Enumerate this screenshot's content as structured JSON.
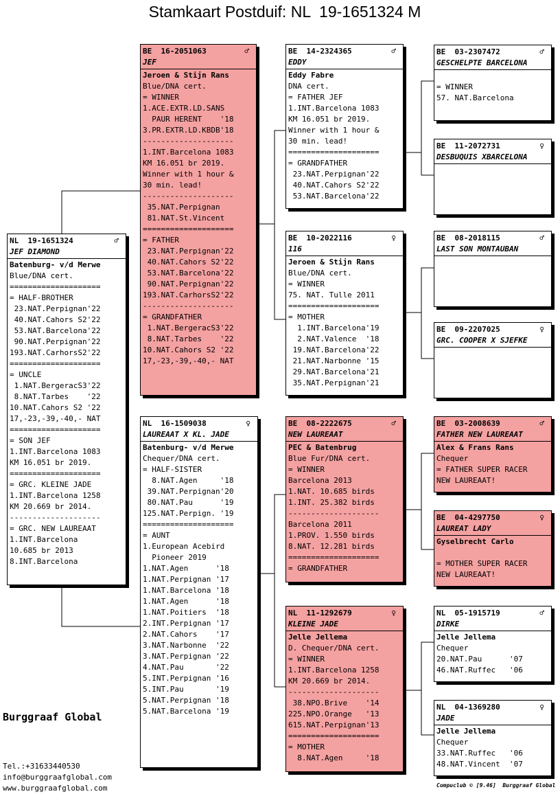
{
  "title": "Stamkaart Postduif: NL  19-1651324 M",
  "cards": [
    {
      "ring": "NL  19-1651324",
      "sex": "♂",
      "name": "JEF DIAMOND",
      "color": "white",
      "lines": [
        {
          "t": "Batenburg- v/d Merwe",
          "b": true
        },
        {
          "t": "Blue/DNA cert."
        },
        {
          "t": "===================="
        },
        {
          "t": "= HALF-BROTHER"
        },
        {
          "t": " 23.NAT.Perpignan'22"
        },
        {
          "t": " 40.NAT.Cahors S2'22"
        },
        {
          "t": " 53.NAT.Barcelona'22"
        },
        {
          "t": " 90.NAT.Perpignan'22"
        },
        {
          "t": "193.NAT.CarhorsS2'22"
        },
        {
          "t": "===================="
        },
        {
          "t": "= UNCLE"
        },
        {
          "t": " 1.NAT.BergeracS3'22"
        },
        {
          "t": " 8.NAT.Tarbes    '22"
        },
        {
          "t": "10.NAT.Cahors S2 '22"
        },
        {
          "t": "17,-23,-39,-40,- NAT"
        },
        {
          "t": "===================="
        },
        {
          "t": "= SON JEF"
        },
        {
          "t": "1.INT.Barcelona 1083"
        },
        {
          "t": "KM 16.051 br 2019."
        },
        {
          "t": "===================="
        },
        {
          "t": "= GRC. KLEINE JADE"
        },
        {
          "t": "1.INT.Barcelona 1258"
        },
        {
          "t": "KM 20.669 br 2014."
        },
        {
          "t": "--------------------"
        },
        {
          "t": "= GRC. NEW LAUREAAT"
        },
        {
          "t": "1.INT.Barcelona"
        },
        {
          "t": "10.685 br 2013"
        },
        {
          "t": "8.INT.Barcelona"
        }
      ]
    },
    {
      "ring": "BE  16-2051063",
      "sex": "♂",
      "name": "JEF",
      "color": "pink",
      "lines": [
        {
          "t": "Jeroen & Stijn Rans",
          "b": true
        },
        {
          "t": "Blue/DNA cert."
        },
        {
          "t": "= WINNER"
        },
        {
          "t": "1.ACE.EXTR.LD.SANS"
        },
        {
          "t": "  PAUR HERENT    '18"
        },
        {
          "t": "3.PR.EXTR.LD.KBDB'18"
        },
        {
          "t": "--------------------"
        },
        {
          "t": "1.INT.Barcelona 1083"
        },
        {
          "t": "KM 16.051 br 2019."
        },
        {
          "t": "Winner with 1 hour &"
        },
        {
          "t": "30 min. lead!"
        },
        {
          "t": "--------------------"
        },
        {
          "t": " 35.NAT.Perpignan"
        },
        {
          "t": " 81.NAT.St.Vincent"
        },
        {
          "t": "===================="
        },
        {
          "t": "= FATHER"
        },
        {
          "t": " 23.NAT.Perpignan'22"
        },
        {
          "t": " 40.NAT.Cahors S2'22"
        },
        {
          "t": " 53.NAT.Barcelona'22"
        },
        {
          "t": " 90.NAT.Perpignan'22"
        },
        {
          "t": "193.NAT.CarhorsS2'22"
        },
        {
          "t": "--------------------"
        },
        {
          "t": "= GRANDFATHER"
        },
        {
          "t": " 1.NAT.BergeracS3'22"
        },
        {
          "t": " 8.NAT.Tarbes    '22"
        },
        {
          "t": "10.NAT.Cahors S2 '22"
        },
        {
          "t": "17,-23,-39,-40,- NAT"
        }
      ]
    },
    {
      "ring": "NL  16-1509038",
      "sex": "♀",
      "name": "LAUREAAT X KL. JADE",
      "color": "white",
      "lines": [
        {
          "t": "Batenburg- v/d Merwe",
          "b": true
        },
        {
          "t": "Chequer/DNA cert."
        },
        {
          "t": "= HALF-SISTER"
        },
        {
          "t": "  8.NAT.Agen     '18"
        },
        {
          "t": " 39.NAT.Perpignan'20"
        },
        {
          "t": " 80.NAT.Pau      '19"
        },
        {
          "t": "125.NAT.Perpign. '19"
        },
        {
          "t": "===================="
        },
        {
          "t": "= AUNT"
        },
        {
          "t": "1.European Acebird"
        },
        {
          "t": "  Pioneer 2019"
        },
        {
          "t": "1.NAT.Agen      '18"
        },
        {
          "t": "1.NAT.Perpignan '17"
        },
        {
          "t": "1.NAT.Barcelona '18"
        },
        {
          "t": "1.NAT.Agen      '18"
        },
        {
          "t": "1.NAT.Poitiers  '18"
        },
        {
          "t": "2.INT.Perpignan '17"
        },
        {
          "t": "2.NAT.Cahors    '17"
        },
        {
          "t": "3.NAT.Narbonne  '22"
        },
        {
          "t": "3.NAT.Perpignan '22"
        },
        {
          "t": "4.NAT.Pau       '22"
        },
        {
          "t": "5.INT.Perpignan '16"
        },
        {
          "t": "5.INT.Pau       '19"
        },
        {
          "t": "5.NAT.Perpignan '18"
        },
        {
          "t": "5.NAT.Barcelona '19"
        }
      ]
    },
    {
      "ring": "BE  14-2324365",
      "sex": "♂",
      "name": "EDDY",
      "color": "white",
      "lines": [
        {
          "t": "Eddy Fabre",
          "b": true
        },
        {
          "t": "DNA cert."
        },
        {
          "t": "= FATHER JEF"
        },
        {
          "t": "1.INT.Barcelona 1083"
        },
        {
          "t": "KM 16.051 br 2019."
        },
        {
          "t": "Winner with 1 hour &"
        },
        {
          "t": "30 min. lead!"
        },
        {
          "t": "===================="
        },
        {
          "t": "= GRANDFATHER"
        },
        {
          "t": " 23.NAT.Perpignan'22"
        },
        {
          "t": " 40.NAT.Cahors S2'22"
        },
        {
          "t": " 53.NAT.Barcelona'22"
        }
      ]
    },
    {
      "ring": "BE  10-2022116",
      "sex": "♀",
      "name": "116",
      "color": "white",
      "lines": [
        {
          "t": "Jeroen & Stijn Rans",
          "b": true
        },
        {
          "t": "Blue/DNA cert."
        },
        {
          "t": "= WINNER"
        },
        {
          "t": "75. NAT. Tulle 2011"
        },
        {
          "t": "===================="
        },
        {
          "t": "= MOTHER"
        },
        {
          "t": "  1.INT.Barcelona'19"
        },
        {
          "t": "  2.NAT.Valence  '18"
        },
        {
          "t": " 19.NAT.Barcelona'22"
        },
        {
          "t": " 21.NAT.Narbonne '15"
        },
        {
          "t": " 29.NAT.Barcelona'21"
        },
        {
          "t": " 35.NAT.Perpignan'21"
        }
      ]
    },
    {
      "ring": "BE  08-2222675",
      "sex": "♂",
      "name": "NEW LAUREAAT",
      "color": "pink",
      "lines": [
        {
          "t": "PEC & Batenbrug",
          "b": true
        },
        {
          "t": "Blue Fur/DNA cert."
        },
        {
          "t": "= WINNER"
        },
        {
          "t": "Barcelona 2013"
        },
        {
          "t": "1.NAT. 10.685 birds"
        },
        {
          "t": "1.INT. 25.382 birds"
        },
        {
          "t": "--------------------"
        },
        {
          "t": "Barcelona 2011"
        },
        {
          "t": "1.PROV. 1.550 birds"
        },
        {
          "t": "8.NAT. 12.281 birds"
        },
        {
          "t": "===================="
        },
        {
          "t": "= GRANDFATHER"
        }
      ]
    },
    {
      "ring": "NL  11-1292679",
      "sex": "♀",
      "name": "KLEINE JADE",
      "color": "pink",
      "lines": [
        {
          "t": "Jelle Jellema",
          "b": true
        },
        {
          "t": "D. Chequer/DNA cert."
        },
        {
          "t": "= WINNER"
        },
        {
          "t": "1.INT.Barcelona 1258"
        },
        {
          "t": "KM 20.669 br 2014."
        },
        {
          "t": "--------------------"
        },
        {
          "t": " 38.NPO.Brive    '14"
        },
        {
          "t": "225.NPO.Orange   '13"
        },
        {
          "t": "615.NAT.Perpignan'13"
        },
        {
          "t": "===================="
        },
        {
          "t": "= MOTHER"
        },
        {
          "t": "  8.NAT.Agen     '18"
        }
      ]
    },
    {
      "ring": "BE  03-2307472",
      "sex": "♂",
      "name": "GESCHELPTE BARCELONA",
      "color": "white",
      "lines": [
        {
          "t": ""
        },
        {
          "t": "= WINNER"
        },
        {
          "t": "57. NAT.Barcelona"
        }
      ]
    },
    {
      "ring": "BE  11-2072731",
      "sex": "♀",
      "name": "DESBUQUIS XBARCELONA",
      "color": "white",
      "lines": []
    },
    {
      "ring": "BE  08-2018115",
      "sex": "♂",
      "name": "LAST SON MONTAUBAN",
      "color": "white",
      "lines": []
    },
    {
      "ring": "BE  09-2207025",
      "sex": "♀",
      "name": "GRC. COOPER X SJEFKE",
      "color": "white",
      "lines": []
    },
    {
      "ring": "BE  03-2008639",
      "sex": "♂",
      "name": "FATHER NEW LAUREAAT",
      "color": "pink",
      "lines": [
        {
          "t": "Alex & Frans Rans",
          "b": true
        },
        {
          "t": "Chequer"
        },
        {
          "t": "= FATHER SUPER RACER"
        },
        {
          "t": "NEW LAUREAAT!"
        }
      ]
    },
    {
      "ring": "BE  04-4297750",
      "sex": "♀",
      "name": "LAUREAT LADY",
      "color": "pink",
      "lines": [
        {
          "t": "Gyselbrecht Carlo",
          "b": true
        },
        {
          "t": ""
        },
        {
          "t": "= MOTHER SUPER RACER"
        },
        {
          "t": "NEW LAUREAAT!"
        }
      ]
    },
    {
      "ring": "NL  05-1915719",
      "sex": "♂",
      "name": "DIRKE",
      "color": "white",
      "lines": [
        {
          "t": "Jelle Jellema",
          "b": true
        },
        {
          "t": "Chequer"
        },
        {
          "t": "20.NAT.Pau      '07"
        },
        {
          "t": "46.NAT.Ruffec   '06"
        }
      ]
    },
    {
      "ring": "NL  04-1369280",
      "sex": "♀",
      "name": "JADE",
      "color": "white",
      "lines": [
        {
          "t": "Jelle Jellema",
          "b": true
        },
        {
          "t": "Chequer"
        },
        {
          "t": "33.NAT.Ruffec   '06"
        },
        {
          "t": "48.NAT.Vincent  '07"
        }
      ]
    }
  ],
  "brand": "Burggraaf Global",
  "contact": [
    "Tel.:+31633440530",
    "info@burggraafglobal.com",
    "www.burggraafglobal.com"
  ],
  "footer": "Compuclub © [9.46]  Burggraaf Global"
}
